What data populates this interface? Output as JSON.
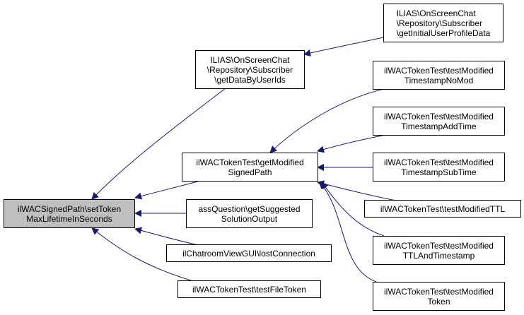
{
  "diagram": {
    "type": "call-graph",
    "edge_color": "#191970",
    "main_fill": "#bfbfbf",
    "nodes": {
      "main": "ilWACSignedPath\\setToken\nMaxLifetimeInSeconds",
      "getDataByUserIds": "ILIAS\\OnScreenChat\n\\Repository\\Subscriber\n\\getDataByUserIds",
      "getInitialUserProfileData": "ILIAS\\OnScreenChat\n\\Repository\\Subscriber\n\\getInitialUserProfileData",
      "getModifiedSignedPath": "ilWACTokenTest\\getModified\nSignedPath",
      "getSuggestedSolutionOutput": "assQuestion\\getSuggested\nSolutionOutput",
      "lostConnection": "ilChatroomViewGUI\\lostConnection",
      "testFileToken": "ilWACTokenTest\\testFileToken",
      "testModifiedTimestampNoMod": "ilWACTokenTest\\testModified\nTimestampNoMod",
      "testModifiedTimestampAddTime": "ilWACTokenTest\\testModified\nTimestampAddTime",
      "testModifiedTimestampSubTime": "ilWACTokenTest\\testModified\nTimestampSubTime",
      "testModifiedTTL": "ilWACTokenTest\\testModifiedTTL",
      "testModifiedTTLAndTimestamp": "ilWACTokenTest\\testModified\nTTLAndTimestamp",
      "testModifiedToken": "ilWACTokenTest\\testModified\nToken"
    },
    "edges": [
      {
        "from": "getDataByUserIds",
        "to": "main"
      },
      {
        "from": "getModifiedSignedPath",
        "to": "main"
      },
      {
        "from": "getSuggestedSolutionOutput",
        "to": "main"
      },
      {
        "from": "lostConnection",
        "to": "main"
      },
      {
        "from": "testFileToken",
        "to": "main"
      },
      {
        "from": "getInitialUserProfileData",
        "to": "getDataByUserIds"
      },
      {
        "from": "testModifiedTimestampNoMod",
        "to": "getModifiedSignedPath"
      },
      {
        "from": "testModifiedTimestampAddTime",
        "to": "getModifiedSignedPath"
      },
      {
        "from": "testModifiedTimestampSubTime",
        "to": "getModifiedSignedPath"
      },
      {
        "from": "testModifiedTTL",
        "to": "getModifiedSignedPath"
      },
      {
        "from": "testModifiedTTLAndTimestamp",
        "to": "getModifiedSignedPath"
      },
      {
        "from": "testModifiedToken",
        "to": "getModifiedSignedPath"
      }
    ]
  }
}
